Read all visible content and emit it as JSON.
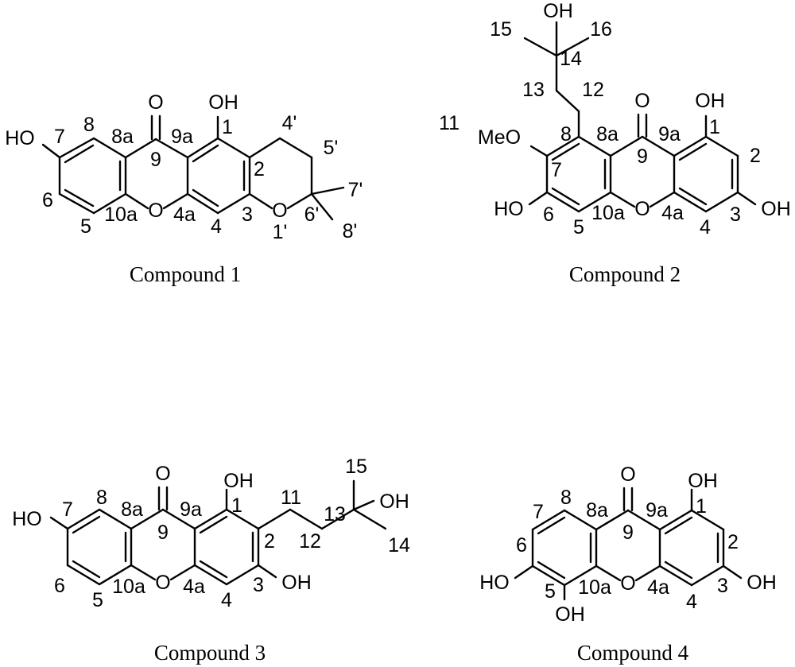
{
  "figure": {
    "compounds": [
      {
        "caption": "Compound 1",
        "labels": {
          "oh1": "OH",
          "oh7": "HO",
          "o9": "O",
          "o10": "O",
          "o1p": "O",
          "n1": "1",
          "n2": "2",
          "n3": "3",
          "n4": "4",
          "n4a": "4a",
          "n5": "5",
          "n6": "6",
          "n7": "7",
          "n8": "8",
          "n8a": "8a",
          "n9": "9",
          "n9a": "9a",
          "n10a": "10a",
          "n1p": "1'",
          "n4p": "4'",
          "n5p": "5'",
          "n6p": "6'",
          "n7p": "7'",
          "n8p": "8'"
        }
      },
      {
        "caption": "Compound 2",
        "labels": {
          "oh14": "OH",
          "oh1": "OH",
          "ome": "MeO",
          "oh6": "HO",
          "oh3": "OH",
          "o9": "O",
          "o10": "O",
          "n1": "1",
          "n2": "2",
          "n3": "3",
          "n4": "4",
          "n4a": "4a",
          "n5": "5",
          "n6": "6",
          "n7": "7",
          "n8": "8",
          "n8a": "8a",
          "n9": "9",
          "n9a": "9a",
          "n10a": "10a",
          "n11": "11",
          "n12": "12",
          "n13": "13",
          "n14": "14",
          "n15": "15",
          "n16": "16"
        }
      },
      {
        "caption": "Compound 3",
        "labels": {
          "oh1": "OH",
          "oh7": "HO",
          "oh3": "OH",
          "oh13": "OH",
          "o9": "O",
          "o10": "O",
          "n1": "1",
          "n2": "2",
          "n3": "3",
          "n4": "4",
          "n4a": "4a",
          "n5": "5",
          "n6": "6",
          "n7": "7",
          "n8": "8",
          "n8a": "8a",
          "n9": "9",
          "n9a": "9a",
          "n10a": "10a",
          "n11": "11",
          "n12": "12",
          "n13": "13",
          "n14": "14",
          "n15": "15"
        }
      },
      {
        "caption": "Compound 4",
        "labels": {
          "oh1": "OH",
          "oh3": "OH",
          "oh6": "HO",
          "oh5": "OH",
          "o9": "O",
          "o10": "O",
          "n1": "1",
          "n2": "2",
          "n3": "3",
          "n4": "4",
          "n4a": "4a",
          "n5": "5",
          "n6": "6",
          "n7": "7",
          "n8": "8",
          "n8a": "8a",
          "n9": "9",
          "n9a": "9a",
          "n10a": "10a"
        }
      }
    ]
  }
}
